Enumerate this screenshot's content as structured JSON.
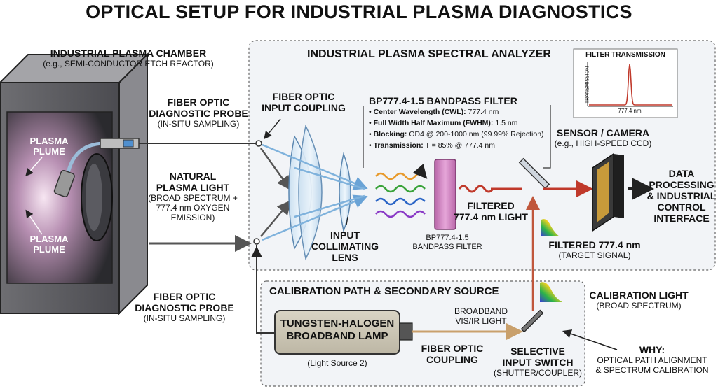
{
  "title": "OPTICAL SETUP FOR INDUSTRIAL PLASMA DIAGNOSTICS",
  "chamber": {
    "title": "INDUSTRIAL PLASMA CHAMBER",
    "subtitle": "(e.g., SEMI-CONDUCTOR ETCH REACTOR)",
    "plume_top": "PLASMA\nPLUME",
    "plume_bottom": "PLASMA\nPLUME"
  },
  "probe_top": {
    "title": "FIBER OPTIC\nDIAGNOSTIC PROBE",
    "subtitle": "(IN-SITU SAMPLING)"
  },
  "natural_light": {
    "title": "NATURAL\nPLASMA LIGHT",
    "subtitle": "(BROAD SPECTRUM +\n777.4 nm OXYGEN EMISSION)"
  },
  "probe_bottom": {
    "title": "FIBER OPTIC\nDIAGNOSTIC PROBE",
    "subtitle": "(IN-SITU SAMPLING)"
  },
  "analyzer": {
    "title": "INDUSTRIAL PLASMA SPECTRAL ANALYZER",
    "input_coupling": "FIBER OPTIC\nINPUT COUPLING",
    "collimating_lens": "INPUT\nCOLLIMATING\nLENS",
    "filter_caption": "BP777.4-1.5\nBANDPASS FILTER",
    "filtered_light": "FILTERED\n777.4 nm LIGHT",
    "filtered_signal": "FILTERED 777.4 nm",
    "filtered_signal_sub": "(TARGET SIGNAL)",
    "sensor_title": "SENSOR / CAMERA",
    "sensor_sub": "(e.g., HIGH-SPEED CCD)"
  },
  "filter_spec": {
    "title": "BP777.4-1.5 BANDPASS FILTER",
    "rows": [
      {
        "key": "Center Wavelength (CWL):",
        "val": " 777.4 nm"
      },
      {
        "key": "Full Width Half Maximum (FWHM):",
        "val": " 1.5 nm"
      },
      {
        "key": "Blocking:",
        "val": " OD4 @ 200-1000 nm (99.99% Rejection)"
      },
      {
        "key": "Transmission:",
        "val": " T = 85% @ 777.4 nm"
      }
    ]
  },
  "transmission_plot": {
    "title": "FILTER TRANSMISSION",
    "ylabel": "TRANSMISSION",
    "xlabel": "777.4 nm"
  },
  "output": {
    "label": "DATA\nPROCESSING\n& INDUSTRIAL\nCONTROL\nINTERFACE"
  },
  "calibration": {
    "title": "CALIBRATION PATH & SECONDARY SOURCE",
    "lamp": "TUNGSTEN-HALOGEN\nBROADBAND LAMP",
    "lamp_sub": "(Light Source 2)",
    "broadband": "BROADBAND\nVIS/IR LIGHT",
    "fiber_coupling": "FIBER OPTIC\nCOUPLING",
    "switch": "SELECTIVE\nINPUT SWITCH",
    "switch_sub": "(SHUTTER/COUPLER)",
    "light_title": "CALIBRATION LIGHT",
    "light_sub": "(BROAD SPECTRUM)",
    "why_title": "WHY:",
    "why_text": "OPTICAL PATH ALIGNMENT\n& SPECTRUM CALIBRATION"
  },
  "colors": {
    "red_beam": "#c0392b",
    "blue_beam": "#7fb2dc",
    "filter_magenta": "#c978b8",
    "box_bg": "#f2f4f7",
    "calib_beam": "#c0573c"
  }
}
